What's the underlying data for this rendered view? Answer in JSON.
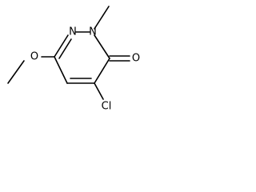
{
  "molecule": {
    "atoms": {
      "n1": "N",
      "n2": "N",
      "o_carbonyl": "O",
      "cl": "Cl",
      "o_methoxy": "O"
    }
  },
  "colors": {
    "bond": "#000000",
    "label": "#000000",
    "background": "#ffffff"
  }
}
